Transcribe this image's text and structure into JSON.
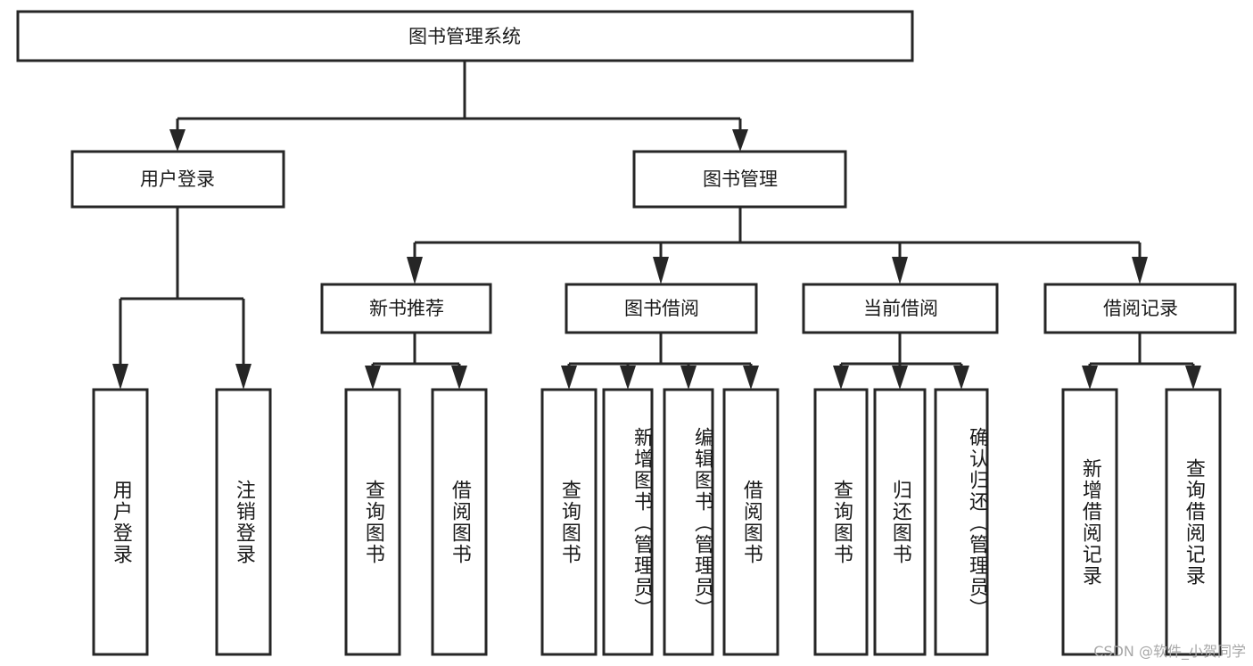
{
  "diagram": {
    "type": "tree",
    "title": "图书管理系统",
    "watermark": "CSDN @软件_小贺同学",
    "colors": {
      "stroke": "#262626",
      "fill": "#ffffff",
      "text": "#1a1a1a",
      "watermark": "#a8a8a8"
    },
    "root": {
      "label": "图书管理系统"
    },
    "level2": [
      {
        "label": "用户登录"
      },
      {
        "label": "图书管理"
      }
    ],
    "level3": [
      {
        "label": "新书推荐"
      },
      {
        "label": "图书借阅"
      },
      {
        "label": "当前借阅"
      },
      {
        "label": "借阅记录"
      }
    ],
    "leaves": {
      "user_login": [
        {
          "label": "用户登录"
        },
        {
          "label": "注销登录"
        }
      ],
      "new_book_recommend": [
        {
          "label": "查询图书"
        },
        {
          "label": "借阅图书"
        }
      ],
      "book_borrow": [
        {
          "label": "查询图书"
        },
        {
          "label": "新增图书（管理员）"
        },
        {
          "label": "编辑图书（管理员）"
        },
        {
          "label": "借阅图书"
        }
      ],
      "current_borrow": [
        {
          "label": "查询图书"
        },
        {
          "label": "归还图书"
        },
        {
          "label": "确认归还（管理员）"
        }
      ],
      "borrow_record": [
        {
          "label": "新增借阅记录"
        },
        {
          "label": "查询借阅记录"
        }
      ]
    }
  }
}
